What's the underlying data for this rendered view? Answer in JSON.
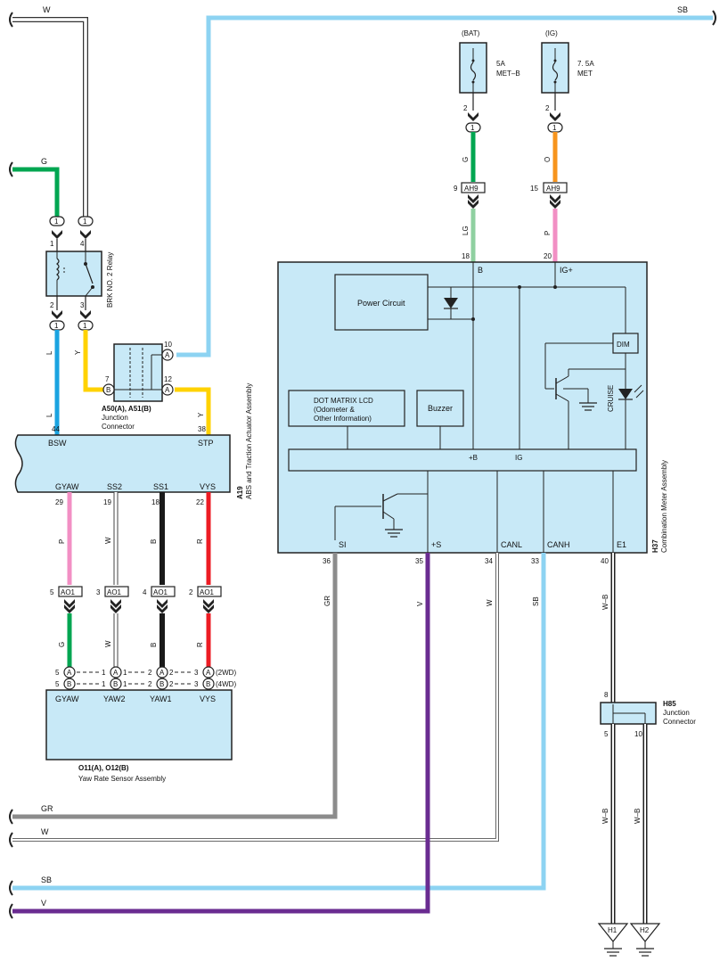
{
  "colors": {
    "W": "#ffffff",
    "G": "#00a651",
    "SB": "#8dd3f2",
    "L": "#1aa3e0",
    "Y": "#ffd200",
    "LG": "#8fd0a0",
    "O": "#f7941d",
    "P": "#f28fc4",
    "B": "#1a1a1a",
    "R": "#ed1c24",
    "GR": "#8c8c8c",
    "V": "#6a2c91",
    "fill": "#c8e9f7",
    "stroke": "#222222"
  },
  "wires": {
    "w_top": "W",
    "sb_top": "SB",
    "g_left": "G",
    "l": "L",
    "y": "Y",
    "lg": "LG",
    "g_bat": "G",
    "o_ig": "O",
    "p_ig": "P",
    "p_gyaw": "P",
    "g_gyaw": "G",
    "w_ss2": "W",
    "w_ss2_low": "W",
    "b_ss1": "B",
    "b_ss1_low": "B",
    "r_vys": "R",
    "r_vys_low": "R",
    "gr": "GR",
    "v": "V",
    "w_canl": "W",
    "sb_canh": "SB",
    "wb_e1": "W–B",
    "wb_h1": "W–B",
    "wb_h2": "W–B",
    "gr_bottom": "GR",
    "w_bottom": "W",
    "sb_bottom": "SB",
    "v_bottom": "V"
  },
  "fuses": {
    "bat": {
      "source": "(BAT)",
      "rating": "5A",
      "name": "MET–B",
      "pin": "2"
    },
    "ig": {
      "source": "(IG)",
      "rating": "7. 5A",
      "name": "MET",
      "pin": "2"
    }
  },
  "relay": {
    "name": "BRK NO. 2 Relay",
    "pins": {
      "p1": "1",
      "p4": "4",
      "p2": "2",
      "p3": "3"
    },
    "conn": "1"
  },
  "junction_a50": {
    "title": "A50(A), A51(B)",
    "line1": "Junction",
    "line2": "Connector",
    "pin10": "10",
    "pin7": "7",
    "pin12": "12",
    "A": "A",
    "B": "B"
  },
  "abs": {
    "id": "A19",
    "name": "ABS and Traction Actuator Assembly",
    "top_pins": {
      "bsw_num": "44",
      "bsw": "BSW",
      "stp_num": "38",
      "stp": "STP"
    },
    "bottom_pins": [
      {
        "label": "GYAW",
        "num": "29"
      },
      {
        "label": "SS2",
        "num": "19"
      },
      {
        "label": "SS1",
        "num": "18"
      },
      {
        "label": "VYS",
        "num": "22"
      }
    ]
  },
  "ao1": {
    "name": "AO1",
    "pins": [
      "5",
      "3",
      "4",
      "2"
    ]
  },
  "yaw_sensor": {
    "title": "O11(A), O12(B)",
    "name": "Yaw Rate Sensor Assembly",
    "pins": [
      "GYAW",
      "YAW2",
      "YAW1",
      "VYS"
    ],
    "rowA": {
      "nums": [
        "5",
        "1",
        "1",
        "2",
        "2",
        "3",
        "3"
      ],
      "tag": "(2WD)"
    },
    "rowB": {
      "nums": [
        "5",
        "1",
        "1",
        "2",
        "2",
        "3",
        "3"
      ],
      "tag": "(4WD)"
    },
    "A": "A",
    "B": "B"
  },
  "ah9": {
    "name": "AH9",
    "left_pin": "9",
    "right_pin": "15",
    "conn": "1"
  },
  "meter": {
    "id": "H37",
    "name": "Combination Meter Assembly",
    "top_pins": {
      "b_num": "18",
      "b": "B",
      "ig_num": "20",
      "ig": "IG+"
    },
    "power": "Power Circuit",
    "lcd1": "DOT MATRIX LCD",
    "lcd2": "(Odometer &",
    "lcd3": "Other Information)",
    "buzzer": "Buzzer",
    "dim": "DIM",
    "cruise": "CRUISE",
    "bus_b": "+B",
    "bus_ig": "IG",
    "bottom_pins": [
      {
        "label": "SI",
        "num": "36"
      },
      {
        "label": "+S",
        "num": "35"
      },
      {
        "label": "CANL",
        "num": "34"
      },
      {
        "label": "CANH",
        "num": "33"
      },
      {
        "label": "E1",
        "num": "40"
      }
    ]
  },
  "h85": {
    "id": "H85",
    "line1": "Junction",
    "line2": "Connector",
    "pin8": "8",
    "pin5": "5",
    "pin10": "10"
  },
  "grounds": {
    "h1": "H1",
    "h2": "H2"
  }
}
